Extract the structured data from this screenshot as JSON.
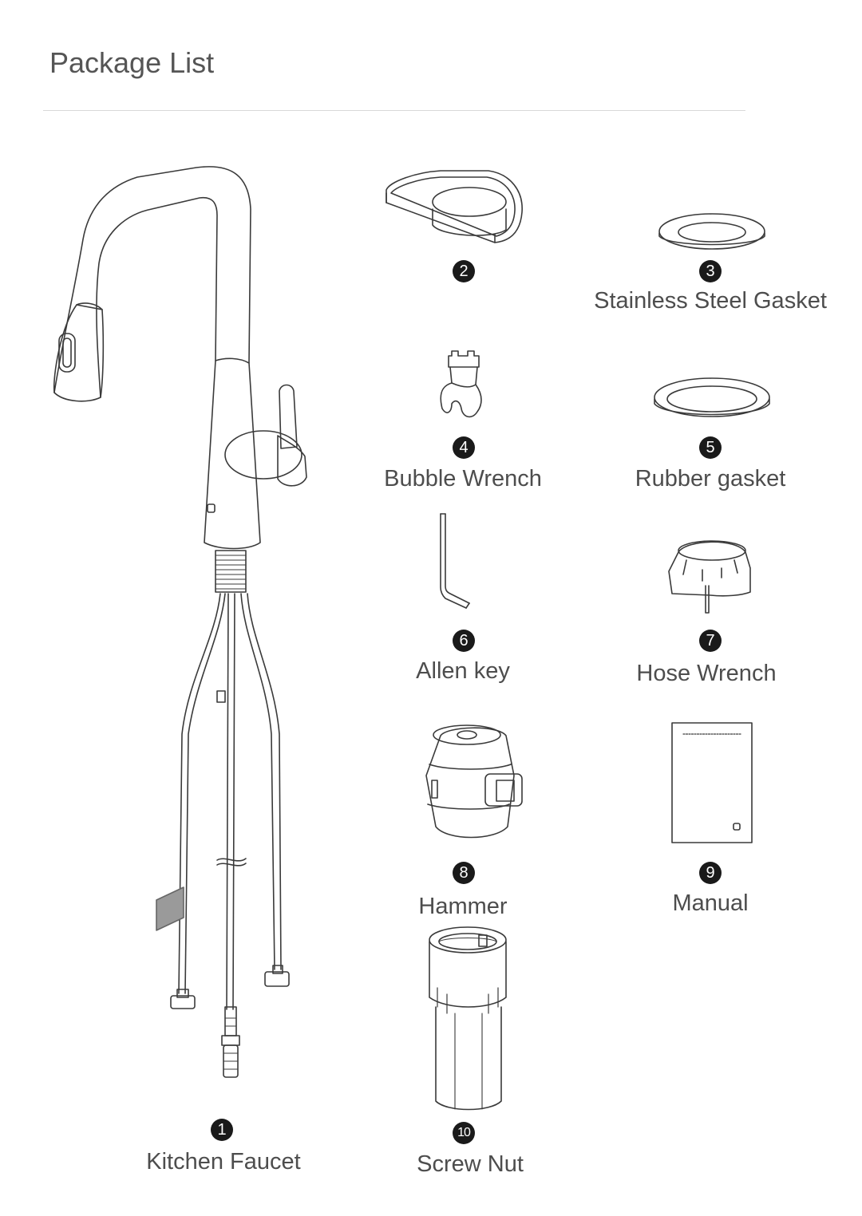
{
  "page": {
    "title": "Package List"
  },
  "items": [
    {
      "number": "1",
      "name": "Kitchen Faucet",
      "icon": "faucet-icon"
    },
    {
      "number": "2",
      "name": "",
      "icon": "base-plate-icon"
    },
    {
      "number": "3",
      "name": "Stainless Steel Gasket",
      "icon": "steel-gasket-icon"
    },
    {
      "number": "4",
      "name": "Bubble Wrench",
      "icon": "bubble-wrench-icon"
    },
    {
      "number": "5",
      "name": "Rubber gasket",
      "icon": "rubber-gasket-icon"
    },
    {
      "number": "6",
      "name": "Allen key",
      "icon": "allen-key-icon"
    },
    {
      "number": "7",
      "name": "Hose Wrench",
      "icon": "hose-wrench-icon"
    },
    {
      "number": "8",
      "name": "Hammer",
      "icon": "hammer-icon"
    },
    {
      "number": "9",
      "name": "Manual",
      "icon": "manual-icon"
    },
    {
      "number": "10",
      "name": "Screw Nut",
      "icon": "screw-nut-icon"
    }
  ]
}
